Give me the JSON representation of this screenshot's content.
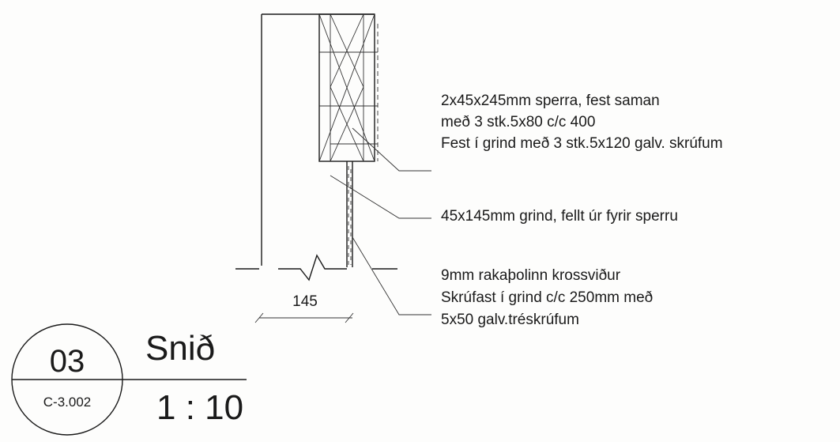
{
  "notes": {
    "rafter": [
      "2x45x245mm sperra, fest saman",
      "með 3 stk.5x80 c/c 400",
      "Fest í grind með 3 stk.5x120 galv. skrúfum"
    ],
    "frame": [
      "45x145mm grind, fellt úr fyrir sperru"
    ],
    "plywood": [
      "9mm rakaþolinn krossviður",
      "Skrúfast í grind c/c 250mm með",
      "5x50 galv.tréskrúfum"
    ]
  },
  "dimension": "145",
  "title_block": {
    "number": "03",
    "sheet_ref": "C-3.002",
    "title": "Snið",
    "scale": "1 : 10"
  }
}
